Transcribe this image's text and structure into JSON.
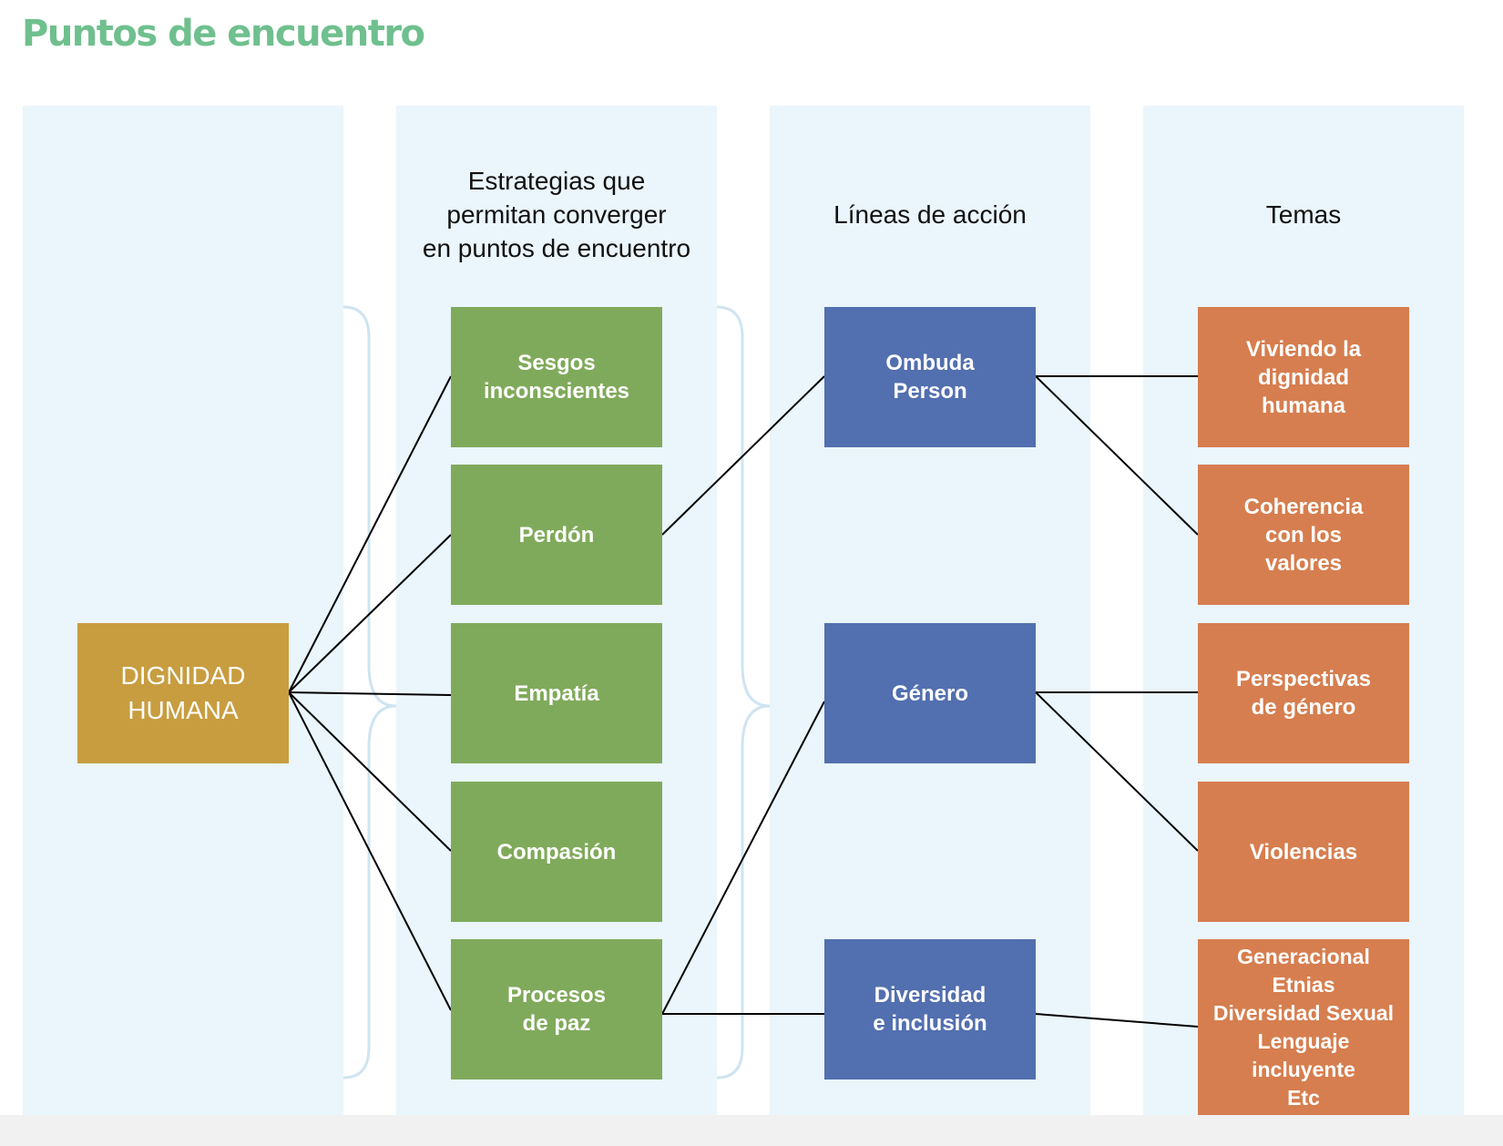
{
  "title": "Puntos de encuentro",
  "colors": {
    "title": "#6fc08e",
    "column_bg": "#eaf5fc",
    "core": "#c89d40",
    "strategy": "#80aa5b",
    "action": "#526faf",
    "topic": "#d67e4f",
    "connector": "#000000",
    "bracket": "#cfe4f1"
  },
  "columns": [
    {
      "header": ""
    },
    {
      "header": "Estrategias que\npermitan converger\nen puntos de encuentro"
    },
    {
      "header": "Líneas de acción"
    },
    {
      "header": "Temas"
    }
  ],
  "core": {
    "label": "DIGNIDAD\nHUMANA"
  },
  "strategies": [
    {
      "label": "Sesgos\ninconscientes"
    },
    {
      "label": "Perdón"
    },
    {
      "label": "Empatía"
    },
    {
      "label": "Compasión"
    },
    {
      "label": "Procesos\nde paz"
    }
  ],
  "actions": [
    {
      "label": "Ombuda\nPerson"
    },
    {
      "label": "Género"
    },
    {
      "label": "Diversidad\ne inclusión"
    }
  ],
  "topics": [
    {
      "label": "Viviendo la\ndignidad\nhumana"
    },
    {
      "label": "Coherencia\ncon los\nvalores"
    },
    {
      "label": "Perspectivas\nde género"
    },
    {
      "label": "Violencias"
    },
    {
      "label": "Generacional\nEtnias\nDiversidad Sexual\nLenguaje incluyente\nEtc"
    }
  ]
}
